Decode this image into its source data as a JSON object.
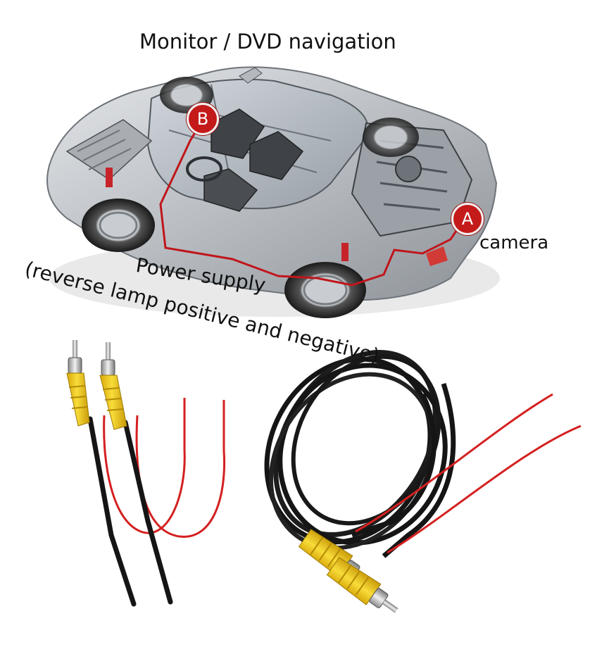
{
  "labels": {
    "monitor": "Monitor / DVD navigation",
    "camera": "camera",
    "power_line1": "Power supply",
    "power_line2": "(reverse lamp positive and negative)"
  },
  "markers": {
    "a": "A",
    "b": "B"
  },
  "colors": {
    "marker_red": "#c41a1a",
    "wire_red": "#d42020",
    "rca_yellow": "#f4cf20",
    "cable_black": "#151515"
  }
}
